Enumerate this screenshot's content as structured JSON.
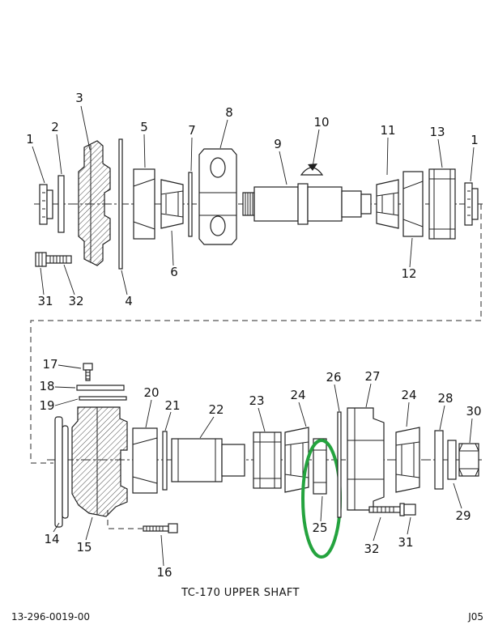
{
  "document": {
    "title": "TC-170 UPPER SHAFT",
    "doc_number": "13-296-0019-00",
    "page_code": "J05"
  },
  "diagram": {
    "type": "exploded-parts-diagram",
    "highlight": {
      "color": "#24a33e",
      "highlighted_part": "25"
    },
    "callouts": [
      {
        "id": "top-1-left",
        "label": "1"
      },
      {
        "id": "top-2",
        "label": "2"
      },
      {
        "id": "top-3",
        "label": "3"
      },
      {
        "id": "top-4",
        "label": "4"
      },
      {
        "id": "top-5",
        "label": "5"
      },
      {
        "id": "top-6",
        "label": "6"
      },
      {
        "id": "top-7",
        "label": "7"
      },
      {
        "id": "top-8",
        "label": "8"
      },
      {
        "id": "top-9",
        "label": "9"
      },
      {
        "id": "top-10",
        "label": "10"
      },
      {
        "id": "top-11",
        "label": "11"
      },
      {
        "id": "top-12",
        "label": "12"
      },
      {
        "id": "top-13",
        "label": "13"
      },
      {
        "id": "top-1-right",
        "label": "1"
      },
      {
        "id": "top-31",
        "label": "31"
      },
      {
        "id": "top-32",
        "label": "32"
      },
      {
        "id": "bottom-14",
        "label": "14"
      },
      {
        "id": "bottom-15",
        "label": "15"
      },
      {
        "id": "bottom-16",
        "label": "16"
      },
      {
        "id": "bottom-17",
        "label": "17"
      },
      {
        "id": "bottom-18",
        "label": "18"
      },
      {
        "id": "bottom-19",
        "label": "19"
      },
      {
        "id": "bottom-20",
        "label": "20"
      },
      {
        "id": "bottom-21",
        "label": "21"
      },
      {
        "id": "bottom-22",
        "label": "22"
      },
      {
        "id": "bottom-23",
        "label": "23"
      },
      {
        "id": "bottom-24-left",
        "label": "24"
      },
      {
        "id": "bottom-25",
        "label": "25"
      },
      {
        "id": "bottom-26",
        "label": "26"
      },
      {
        "id": "bottom-27",
        "label": "27"
      },
      {
        "id": "bottom-24-right",
        "label": "24"
      },
      {
        "id": "bottom-28",
        "label": "28"
      },
      {
        "id": "bottom-29",
        "label": "29"
      },
      {
        "id": "bottom-30",
        "label": "30"
      },
      {
        "id": "bottom-31",
        "label": "31"
      },
      {
        "id": "bottom-32",
        "label": "32"
      }
    ]
  }
}
